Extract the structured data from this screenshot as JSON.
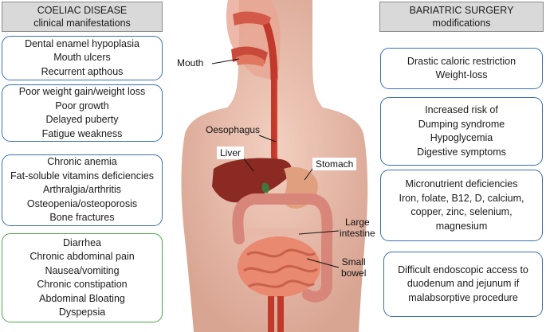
{
  "left_header": {
    "title": "COELIAC DISEASE",
    "subtitle": "clinical manifestations"
  },
  "right_header": {
    "title": "BARIATRIC SURGERY",
    "subtitle": "modifications"
  },
  "left_boxes": [
    {
      "lines": [
        "Dental enamel hypoplasia",
        "Mouth ulcers",
        "Recurrent apthous"
      ],
      "color": "#3a6fb0"
    },
    {
      "lines": [
        "Poor weight gain/weight loss",
        "Poor growth",
        "Delayed puberty",
        "Fatigue weakness"
      ],
      "color": "#3a6fb0"
    },
    {
      "lines": [
        "Chronic anemia",
        "Fat-soluble vitamins deficiencies",
        "Arthralgia/arthritis",
        "Osteopenia/osteoporosis",
        "Bone fractures"
      ],
      "color": "#3a6fb0"
    },
    {
      "lines": [
        "Diarrhea",
        "Chronic abdominal pain",
        "Nausea/vomiting",
        "Chronic constipation",
        "Abdominal Bloating",
        "Dyspepsia"
      ],
      "color": "#4aa64a"
    }
  ],
  "right_boxes": [
    {
      "lines": [
        "Drastic caloric restriction",
        "Weight-loss"
      ]
    },
    {
      "lines": [
        "Increased risk of",
        "Dumping syndrome",
        "Hypoglycemia",
        "Digestive symptoms"
      ]
    },
    {
      "lines": [
        "Micronutrient deficiencies",
        "Iron, folate, B12, D, calcium,",
        "copper, zinc, selenium,",
        "magnesium"
      ]
    },
    {
      "lines": [
        "Difficult endoscopic access to",
        "duodenum and jejunum if",
        "malabsorptive procedure"
      ]
    }
  ],
  "organ_labels": {
    "mouth": "Mouth",
    "oesophagus": "Oesophagus",
    "liver": "Liver",
    "stomach": "Stomach",
    "large_intestine": [
      "Large",
      "intestine"
    ],
    "small_bowel": [
      "Small",
      "bowel"
    ]
  }
}
